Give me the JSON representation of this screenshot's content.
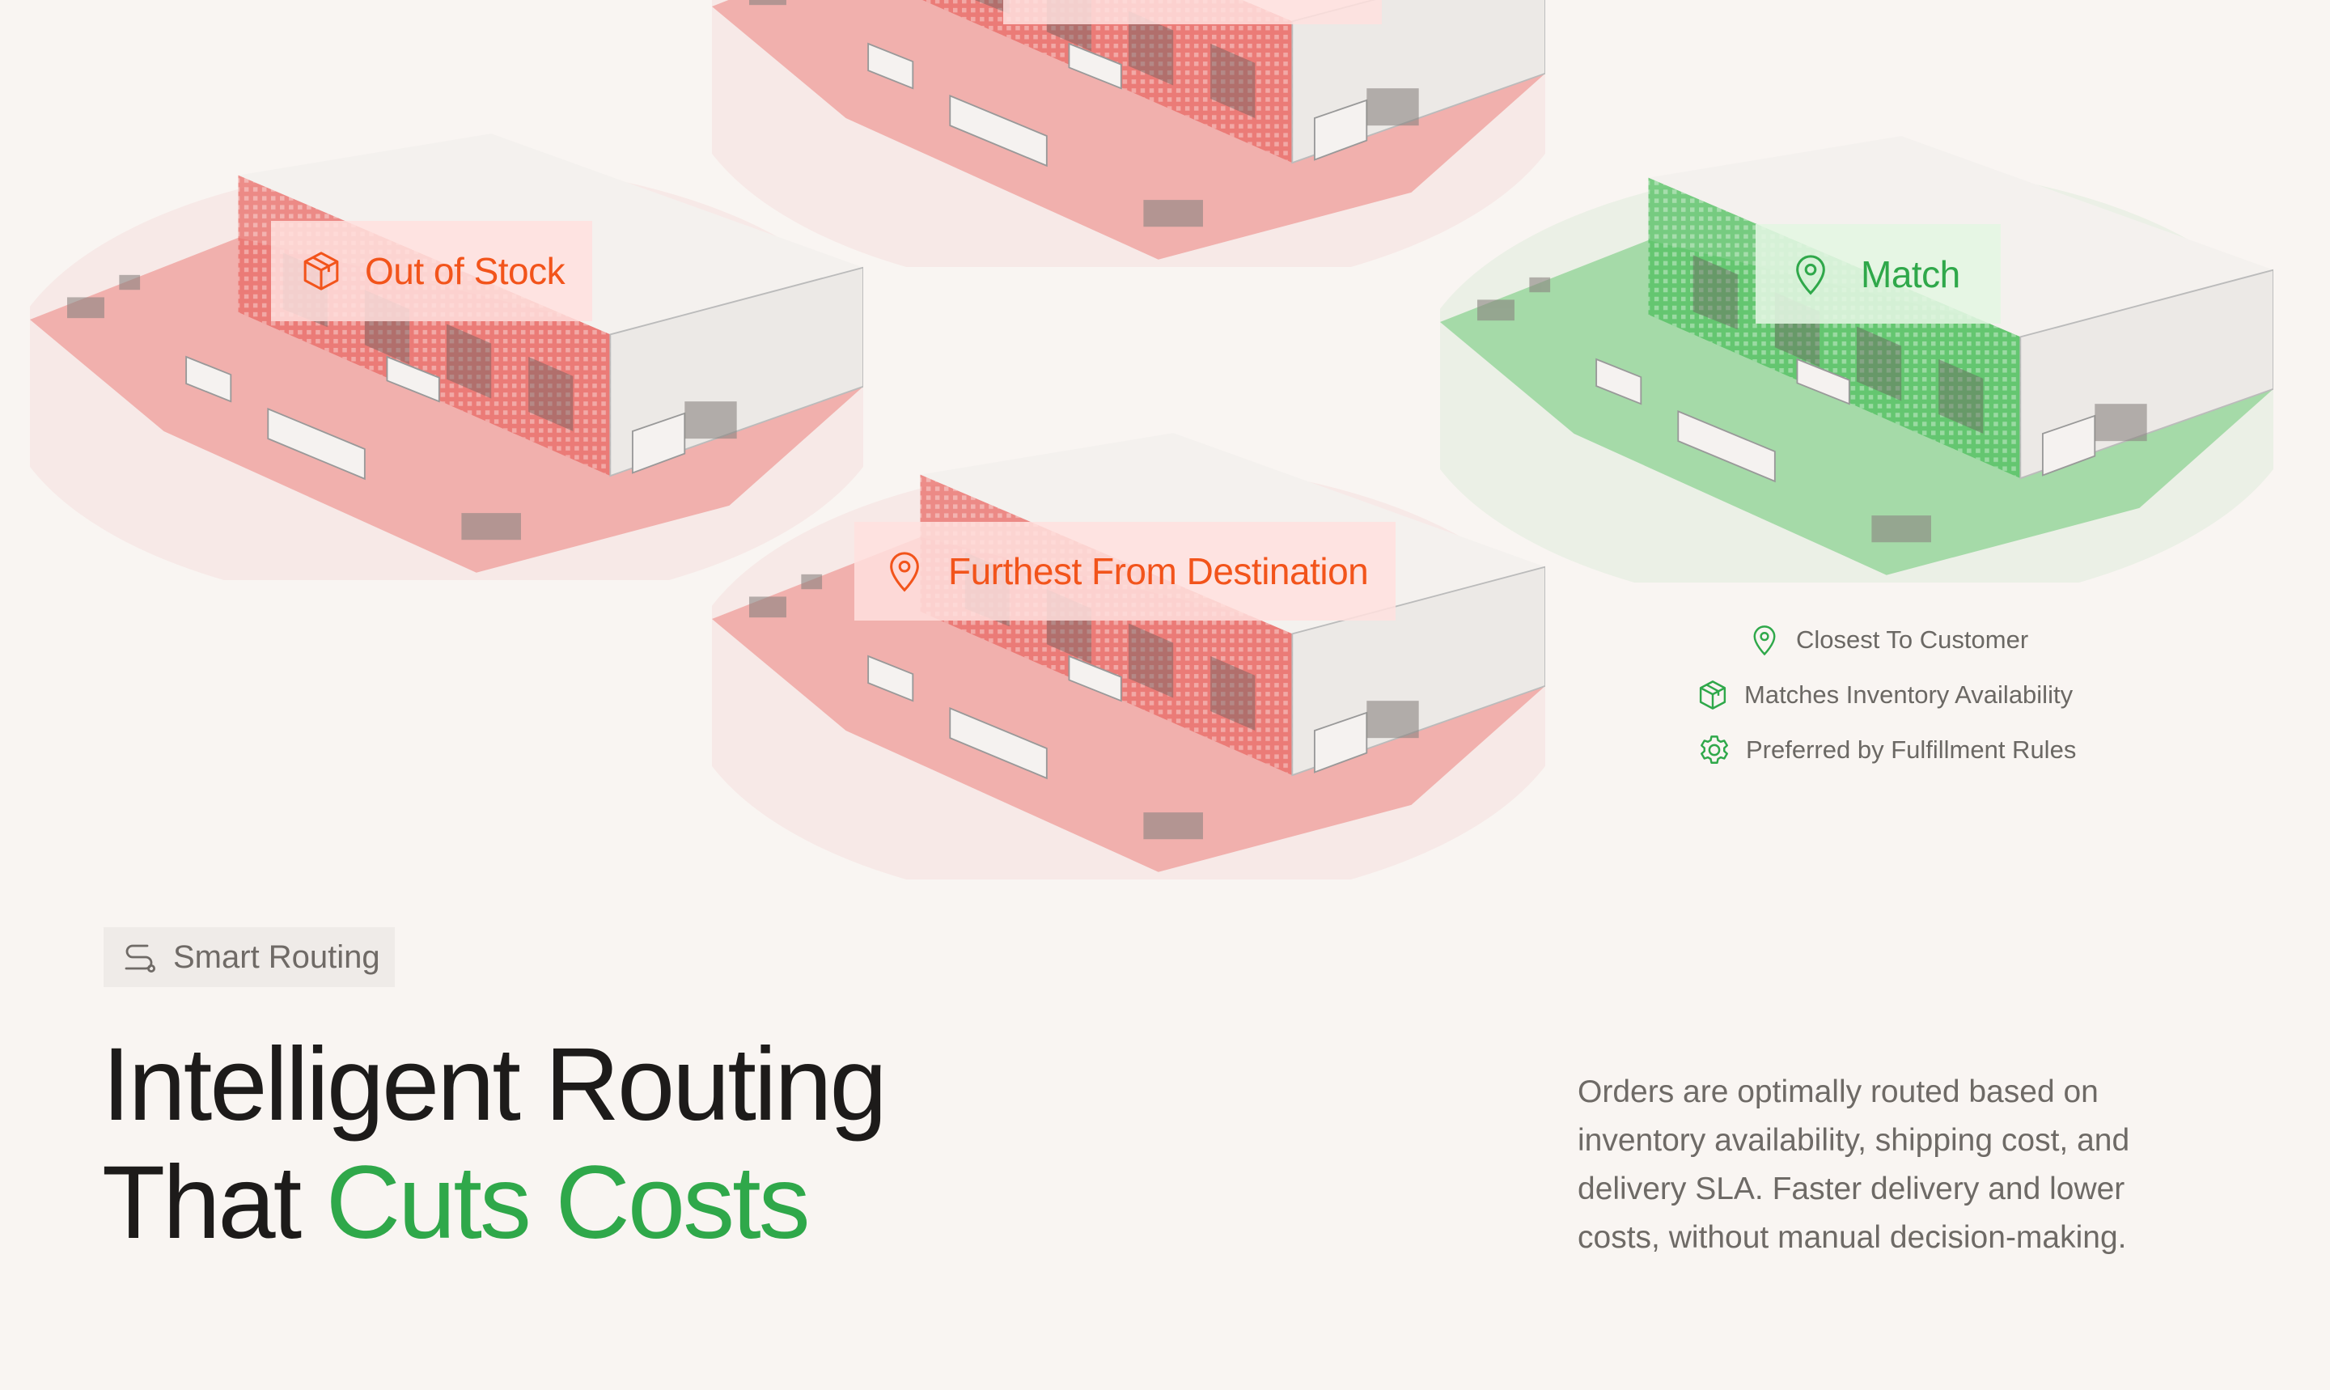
{
  "colors": {
    "background": "#f9f5f2",
    "red": "#f2541b",
    "green": "#2fa84a",
    "text_dark": "#1d1b1a",
    "text_muted": "#6e6a66"
  },
  "warehouses": [
    {
      "status": "rejected",
      "tag": {
        "label": "Out of Stock",
        "icon": "package-icon"
      }
    },
    {
      "status": "rejected",
      "tag": {
        "label": "Furthest From Destination",
        "icon": "map-pin-icon"
      }
    },
    {
      "status": "matched",
      "tag": {
        "label": "Match",
        "icon": "map-pin-icon"
      }
    }
  ],
  "match_criteria": [
    {
      "label": "Closest To Customer",
      "icon": "map-pin-icon"
    },
    {
      "label": "Matches Inventory Availability",
      "icon": "package-icon"
    },
    {
      "label": "Preferred by Fulfillment Rules",
      "icon": "gear-icon"
    }
  ],
  "section": {
    "badge": "Smart Routing",
    "headline_line1": "Intelligent Routing",
    "headline_line2_plain": "That ",
    "headline_line2_accent": "Cuts Costs",
    "description": "Orders are optimally routed based on inventory availability, shipping cost, and delivery SLA.  Faster delivery and lower costs, without manual decision-making."
  }
}
